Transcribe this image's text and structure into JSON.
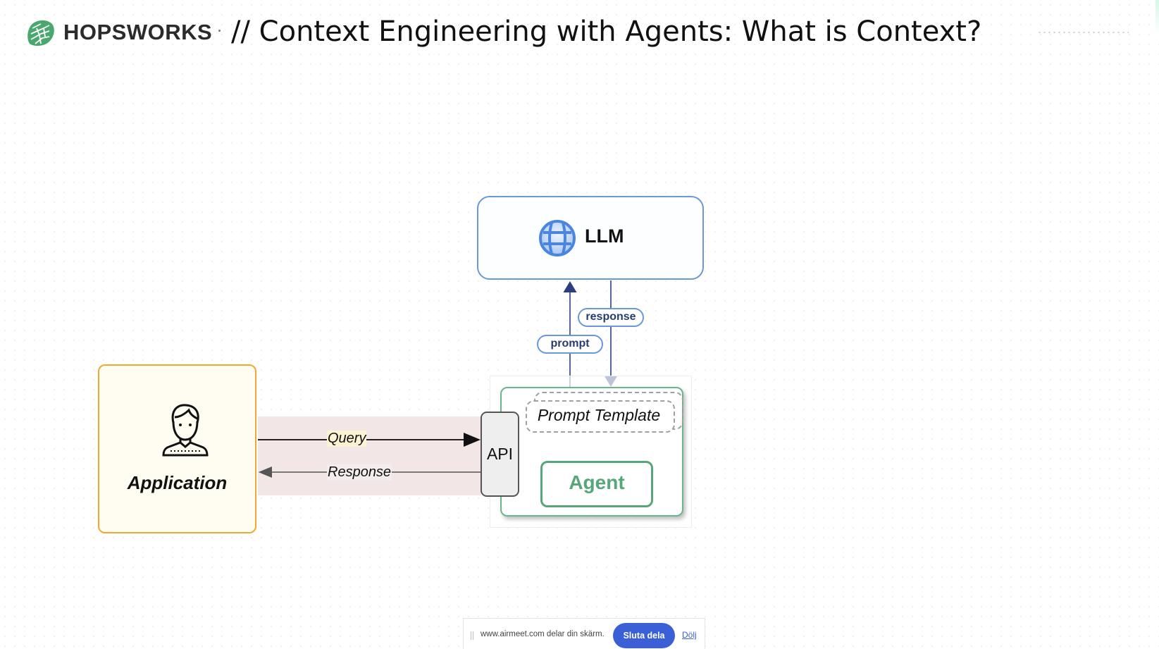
{
  "header": {
    "brand": "HOPSWORKS",
    "title": "// Context Engineering with Agents: What is Context?"
  },
  "diagram": {
    "llm": {
      "label": "LLM",
      "icon": "globe-icon"
    },
    "application": {
      "label": "Application",
      "icon": "person-icon"
    },
    "api": {
      "label": "API"
    },
    "prompt_template": {
      "label": "Prompt Template"
    },
    "agent": {
      "label": "Agent"
    },
    "edges": {
      "prompt": "prompt",
      "response_llm": "response",
      "query": "Query",
      "response_app": "Response"
    },
    "colors": {
      "llm_border": "#6a97d8",
      "app_border": "#f0a92e",
      "agent_green": "#55a77a",
      "arrow_navy": "#2a3f80"
    }
  },
  "share_bar": {
    "text": "www.airmeet.com delar din skärm.",
    "stop_button": "Sluta dela",
    "hide_link": "Dölj",
    "accent": "#3b5fd4"
  }
}
